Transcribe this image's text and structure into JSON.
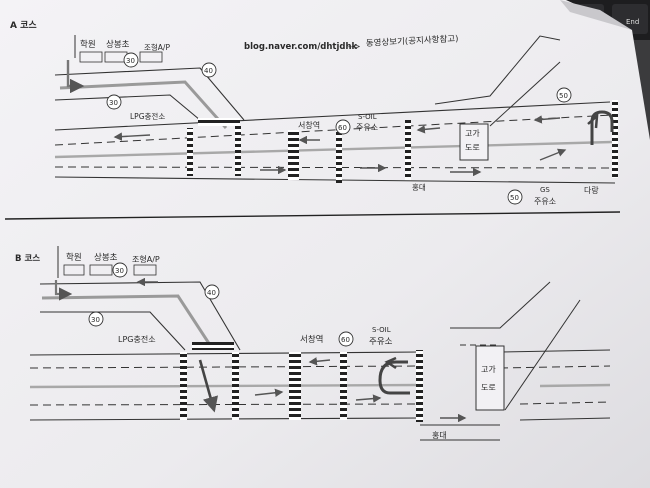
{
  "course_a": {
    "title": "A 코스",
    "blog": "blog.naver.com/dhtjdhk",
    "arrow_text": "-->",
    "video_note": "동영상보기(공지사항참고)",
    "academy": "학원",
    "sangbong_school": "상봉초",
    "jxn": "조형A/P",
    "lpg": "LPG충전소",
    "seochang": "서창역",
    "soil_top": "S-OIL",
    "soil_bottom": "주유소",
    "overpass_1": "고가",
    "overpass_2": "도로",
    "hongdae": "홍대",
    "gs_top": "GS",
    "gs_bottom": "주유소",
    "darang": "다랑",
    "speeds": [
      "30",
      "40",
      "30",
      "60",
      "50",
      "50"
    ]
  },
  "course_b": {
    "title": "B 코스",
    "academy": "학원",
    "sangbong_school": "상봉초",
    "jxn": "조형A/P",
    "lpg": "LPG충전소",
    "seochang": "서창역",
    "soil_top": "S-OIL",
    "soil_bottom": "주유소",
    "overpass_1": "고가",
    "overpass_2": "도로",
    "hongdae": "홍대",
    "speeds": [
      "30",
      "40",
      "30",
      "60"
    ]
  },
  "keyboard": {
    "end_key": "End"
  },
  "colors": {
    "paper": "#eeedf0",
    "ink": "#2a2a2a",
    "route": "#9a9a9a",
    "desk": "#3b3b3d"
  }
}
